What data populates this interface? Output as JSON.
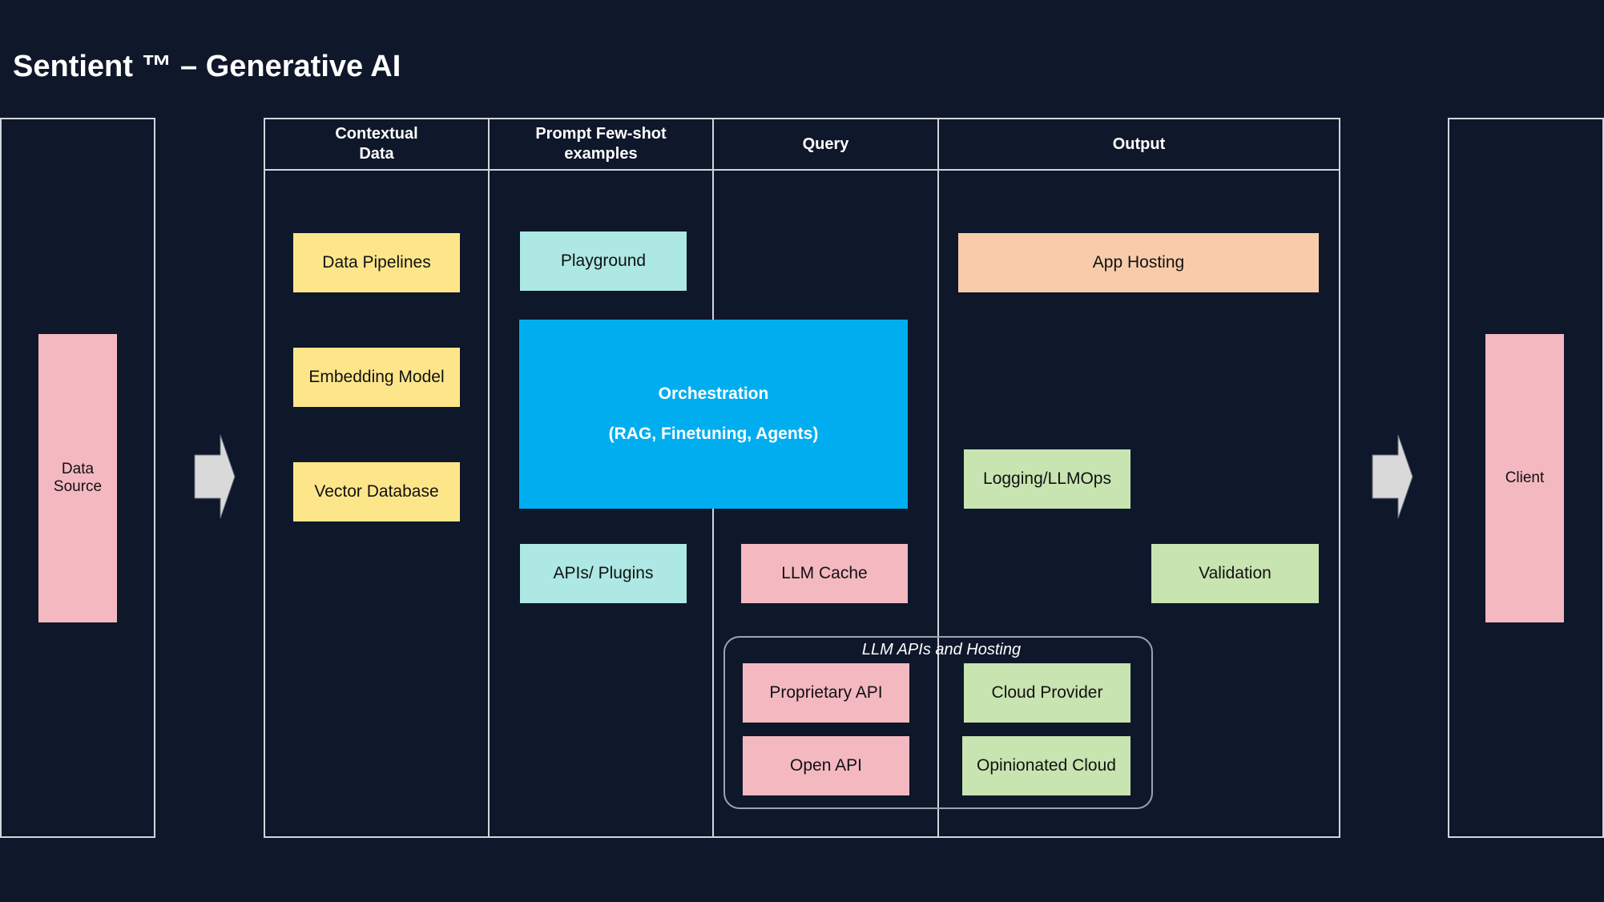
{
  "title": "Sentient ™ – Generative AI",
  "colors": {
    "background": "#0f172a",
    "border": "#d1d5db",
    "yellow": "#fde68a",
    "cyan": "#ade8e4",
    "peach": "#f8ccaa",
    "pink": "#f4b8c1",
    "green": "#c8e4b0",
    "orchestration": "#00aeef",
    "arrow": "#d9d9d9"
  },
  "source": {
    "label": "Data\nSource"
  },
  "client": {
    "label": "Client"
  },
  "columns": {
    "contextual": "Contextual\nData",
    "prompt": "Prompt Few-shot\nexamples",
    "query": "Query",
    "output": "Output"
  },
  "boxes": {
    "data_pipelines": "Data Pipelines",
    "embedding_model": "Embedding Model",
    "vector_database": "Vector Database",
    "playground": "Playground",
    "orchestration_title": "Orchestration",
    "orchestration_sub": "(RAG, Finetuning, Agents)",
    "apis_plugins": "APIs/ Plugins",
    "llm_cache": "LLM Cache",
    "app_hosting": "App Hosting",
    "logging": "Logging/LLMOps",
    "validation": "Validation"
  },
  "llm_group": {
    "label": "LLM APIs and Hosting",
    "proprietary_api": "Proprietary API",
    "open_api": "Open API",
    "cloud_provider": "Cloud Provider",
    "opinionated_cloud": "Opinionated Cloud"
  },
  "icons": [
    "right-arrow-icon",
    "right-arrow-icon"
  ]
}
